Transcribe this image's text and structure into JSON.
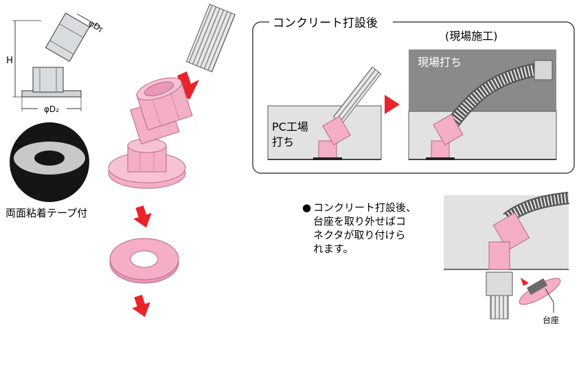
{
  "dimension_labels": {
    "d1": "φD₁",
    "d2": "φD₂",
    "h": "H"
  },
  "tape_label": "両面粘着テープ付",
  "panel": {
    "title": "コンクリート打設後",
    "site_label": "(現場施工)",
    "factory_label_line1": "PC工場",
    "factory_label_line2": "打ち",
    "site_pour_label": "現場打ち"
  },
  "note": {
    "bullet": "●",
    "lines": [
      "コンクリート打設後、",
      "台座を取り外せばコ",
      "ネクタが取り付けら",
      "れます。"
    ]
  },
  "base_label": "台座",
  "colors": {
    "pink": "#f4aec6",
    "pink_dark": "#e07ea2",
    "red": "#e8242a",
    "concrete_dark": "#8a8a8a",
    "concrete_light": "#e2e2e2"
  }
}
